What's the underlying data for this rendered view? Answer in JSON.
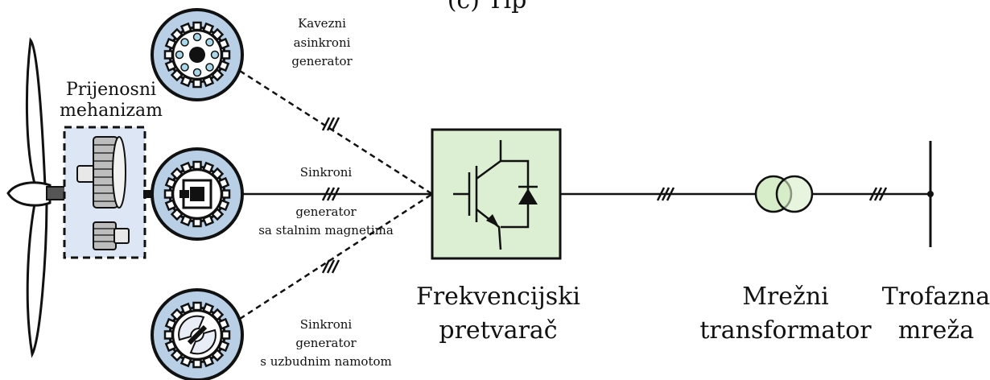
{
  "top_label": "(c) Tip",
  "gearbox": {
    "label_line1": "Prijenosni",
    "label_line2": "mehanizam"
  },
  "generators": {
    "induction": {
      "line1": "Kavezni",
      "line2": "asinkroni",
      "line3": "generator"
    },
    "pmsg": {
      "line1": "Sinkroni",
      "line2": "generator",
      "line3": "sa stalnim magnetima"
    },
    "wrsg": {
      "line1": "Sinkroni",
      "line2": "generator",
      "line3": "s uzbudnim namotom"
    }
  },
  "converter": {
    "line1": "Frekvencijski",
    "line2": "pretvarač"
  },
  "transformer": {
    "line1": "Mrežni",
    "line2": "transformator"
  },
  "grid": {
    "line1": "Trofazna",
    "line2": "mreža"
  },
  "colors": {
    "generator_fill": "#b8cfe6",
    "gearbox_fill": "#dde6f4",
    "converter_fill": "#dcefd2",
    "transformer_fill": "#d7ecc8",
    "line": "#111111"
  }
}
